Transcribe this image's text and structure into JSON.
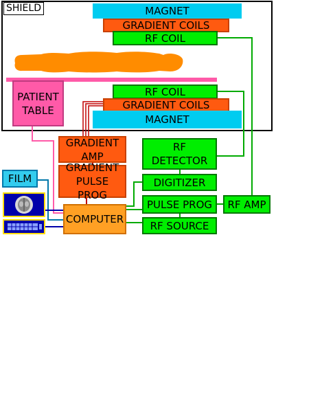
{
  "shield": {
    "label": "SHIELD"
  },
  "top": {
    "magnet": "MAGNET",
    "gradient_coils": "GRADIENT COILS",
    "rf_coil": "RF COIL"
  },
  "bottom": {
    "rf_coil": "RF COIL",
    "gradient_coils": "GRADIENT COILS",
    "magnet": "MAGNET"
  },
  "patient_table": "PATIENT\nTABLE",
  "gradient_amp": "GRADIENT\nAMP",
  "gradient_pulse_prog": "GRADIENT\nPULSE PROG",
  "rf_detector": "RF\nDETECTOR",
  "digitizer": "DIGITIZER",
  "pulse_prog": "PULSE PROG",
  "rf_amp": "RF AMP",
  "rf_source": "RF SOURCE",
  "computer": "COMPUTER",
  "film": "FILM",
  "icons": {
    "monitor": "mri-monitor-icon",
    "keyboard": "keyboard-icon",
    "patient": "patient-silhouette-icon"
  },
  "colors": {
    "magnet": "#00ccf0",
    "gradient": "#ff5a10",
    "rf": "#00ee00",
    "table": "#ff5aa8",
    "computer": "#ffa024",
    "patient": "#ff8c00"
  }
}
